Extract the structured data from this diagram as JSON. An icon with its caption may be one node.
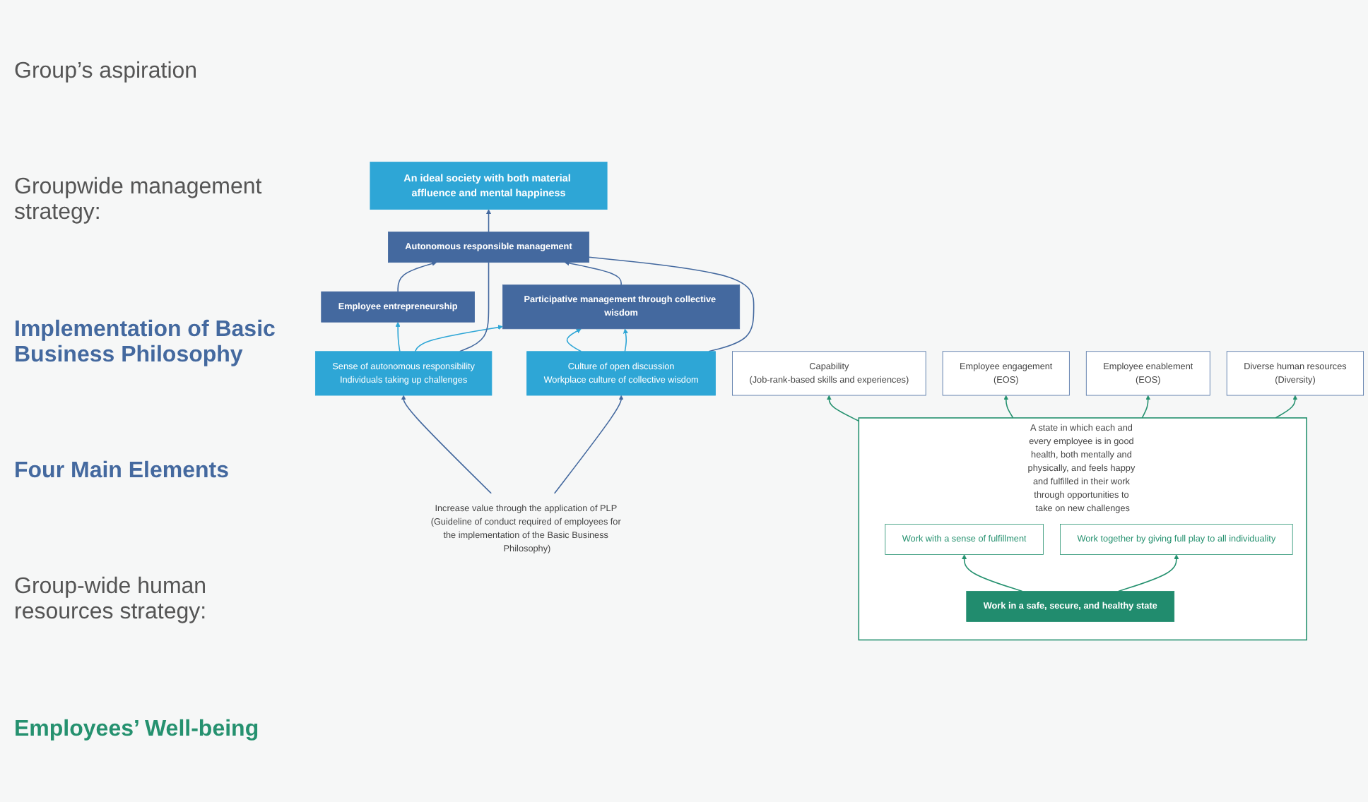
{
  "diagram": {
    "nodes": [
      {
        "text": [
          "An ideal society with both material affluence and mental happiness"
        ]
      },
      {
        "text": [
          "Autonomous responsible management"
        ]
      },
      {
        "text": [
          "Employee entrepreneurship"
        ]
      },
      {
        "text": [
          "Participative management through collective wisdom"
        ]
      },
      {
        "text": [
          "Sense of autonomous responsibility",
          "Individuals taking up challenges"
        ]
      },
      {
        "text": [
          "Culture of open discussion",
          "Workplace culture of collective wisdom"
        ]
      },
      {
        "text": [
          "Increase value through the application of PLP (Guideline of conduct required of employees for the implementation of the Basic Business Philosophy)"
        ]
      },
      {
        "text": [
          "Capability",
          "(Job-rank-based skills and experiences)"
        ]
      },
      {
        "text": [
          "Employee engagement",
          "(EOS)"
        ]
      },
      {
        "text": [
          "Employee enablement",
          "(EOS)"
        ]
      },
      {
        "text": [
          "Diverse human resources",
          "(Diversity)"
        ]
      },
      {
        "text": [
          "A state in which each and every employee is in good health, both mentally and physically, and feels happy and fulfilled in their work through opportunities to take on new challenges"
        ]
      },
      {
        "text": [
          "Work with a sense of fulfillment"
        ],
        "in": 11
      },
      {
        "text": [
          "Work together by giving full play to all individuality"
        ],
        "in": 11
      },
      {
        "text": [
          "Work in a safe, secure, and healthy state"
        ],
        "in": 11
      }
    ],
    "edges": [
      {
        "from": 1,
        "to": 0,
        "arrow": "to",
        "color": "#44699f"
      },
      {
        "from": 2,
        "to": 1,
        "arrow": "to",
        "color": "#44699f"
      },
      {
        "from": 3,
        "to": 1,
        "arrow": "to",
        "color": "#44699f"
      },
      {
        "from": 4,
        "to": 2,
        "arrow": "to",
        "color": "#2ea6d6"
      },
      {
        "from": 5,
        "to": 3,
        "arrow": "to",
        "color": "#2ea6d6"
      },
      {
        "from": 4,
        "to": 3,
        "arrow": "to",
        "color": "#2ea6d6"
      },
      {
        "from": 5,
        "to": 3,
        "arrow": "to",
        "color": "#2ea6d6"
      },
      {
        "from": 1,
        "to": 4,
        "arrow": "none",
        "color": "#44699f"
      },
      {
        "from": 1,
        "to": 5,
        "arrow": "none",
        "color": "#44699f"
      },
      {
        "from": 6,
        "to": 4,
        "arrow": "to",
        "color": "#44699f"
      },
      {
        "from": 6,
        "to": 5,
        "arrow": "to",
        "color": "#44699f"
      },
      {
        "from": 11,
        "to": 7,
        "arrow": "to",
        "color": "#25916f"
      },
      {
        "from": 11,
        "to": 8,
        "arrow": "to",
        "color": "#25916f"
      },
      {
        "from": 11,
        "to": 9,
        "arrow": "to",
        "color": "#25916f"
      },
      {
        "from": 11,
        "to": 10,
        "arrow": "to",
        "color": "#25916f"
      },
      {
        "from": 14,
        "to": 12,
        "arrow": "to",
        "color": "#25916f"
      },
      {
        "from": 14,
        "to": 13,
        "arrow": "to",
        "color": "#25916f"
      }
    ],
    "labels": [
      "Group’s aspiration",
      "Groupwide management strategy:",
      "Implementation of Basic Business Philosophy",
      "Four Main Elements",
      "Group-wide human resources strategy:",
      "Employees’ Well-being"
    ]
  }
}
